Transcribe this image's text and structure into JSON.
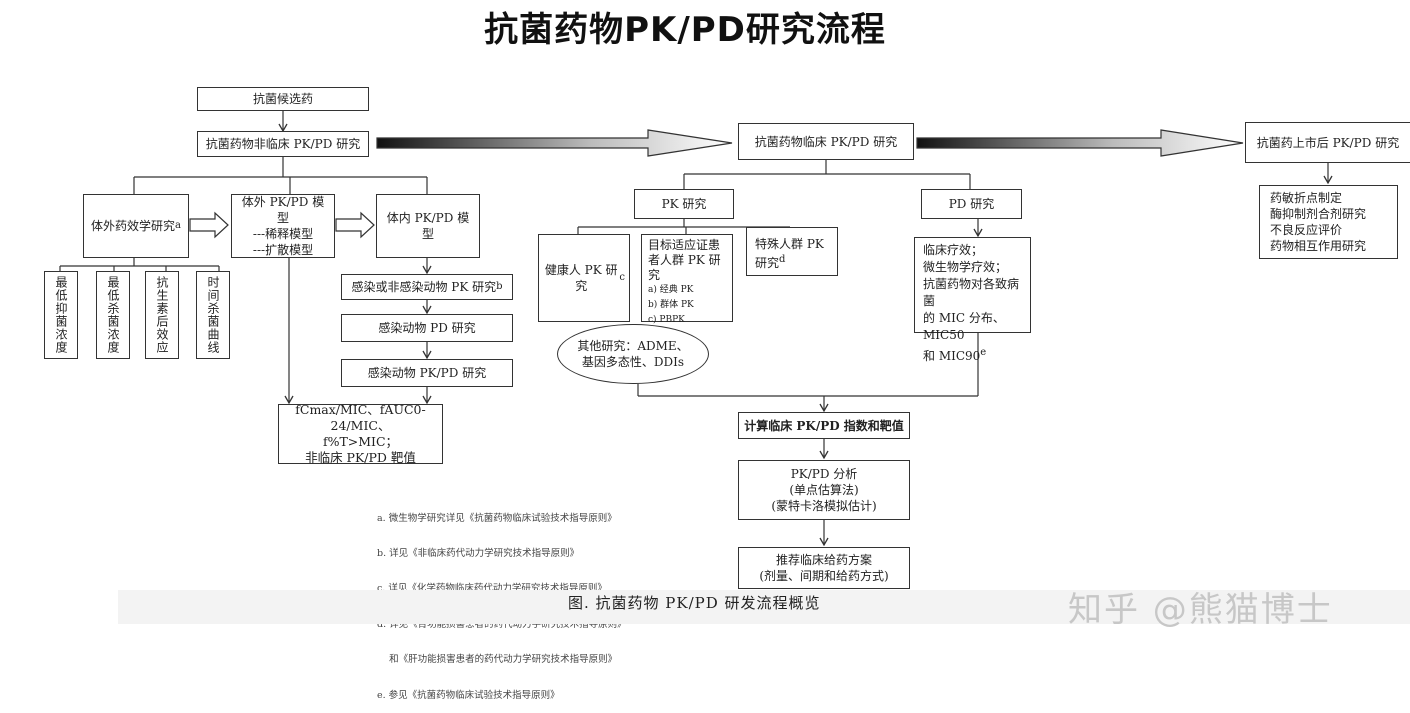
{
  "title": "抗菌药物PK/PD研究流程",
  "nodes": {
    "candidate": "抗菌候选药",
    "nonclinical": "抗菌药物非临床 PK/PD 研究",
    "invitro_pd": "体外药效学研究",
    "invitro_pd_sup": "a",
    "invitro_model": [
      "体外 PK/PD 模型",
      "---稀释模型",
      "---扩散模型"
    ],
    "invivo_model": "体内 PK/PD 模型",
    "mic": "最低抑菌浓度",
    "mbc": "最低杀菌浓度",
    "pae": "抗生素后效应",
    "timekill": "时间杀菌曲线",
    "animal_pk": "感染或非感染动物 PK 研究",
    "animal_pk_sup": "b",
    "animal_pd": "感染动物 PD 研究",
    "animal_pkpd": "感染动物 PK/PD 研究",
    "targets_line1": "fCmax/MIC、fAUC0-24/MIC、",
    "targets_line2": "f%T>MIC；",
    "targets_line3": "非临床 PK/PD 靶值",
    "clinical": "抗菌药物临床 PK/PD 研究",
    "postmarket": "抗菌药上市后 PK/PD 研究",
    "postmarket_items": [
      "药敏折点制定",
      "酶抑制剂合剂研究",
      "不良反应评价",
      "药物相互作用研究"
    ],
    "pk_study": "PK 研究",
    "pd_study": "PD 研究",
    "healthy_pk": "健康人 PK 研究",
    "healthy_pk_sup": "c",
    "target_pop_title": "目标适应证患者人群 PK 研究",
    "target_pop_items": [
      "a)   经典 PK",
      "b)   群体 PK",
      "c)   PBPK"
    ],
    "special_pop": "特殊人群 PK 研究",
    "special_pop_sup": "d",
    "other_studies": [
      "其他研究：ADME、",
      "基因多态性、DDIs"
    ],
    "pd_details": [
      "临床疗效；",
      "微生物学疗效；",
      "抗菌药物对各致病菌",
      "的 MIC 分布、MIC50",
      "和 MIC90"
    ],
    "pd_details_sup": "e",
    "calc_index": "计算临床 PK/PD 指数和靶值",
    "analysis": [
      "PK/PD 分析",
      "(单点估算法)",
      "(蒙特卡洛模拟估计)"
    ],
    "dosing": [
      "推荐临床给药方案",
      "(剂量、间期和给药方式)"
    ]
  },
  "notes": [
    "a. 微生物学研究详见《抗菌药物临床试验技术指导原则》",
    "b. 详见《非临床药代动力学研究技术指导原则》",
    "c. 详见《化学药物临床药代动力学研究技术指导原则》",
    "d. 详见《肾功能损害患者的药代动力学研究技术指导原则》",
    "    和《肝功能损害患者的药代动力学研究技术指导原则》",
    "e. 参见《抗菌药物临床试验技术指导原则》"
  ],
  "caption": "图. 抗菌药物 PK/PD 研发流程概览",
  "watermark": "知乎 @熊猫博士"
}
